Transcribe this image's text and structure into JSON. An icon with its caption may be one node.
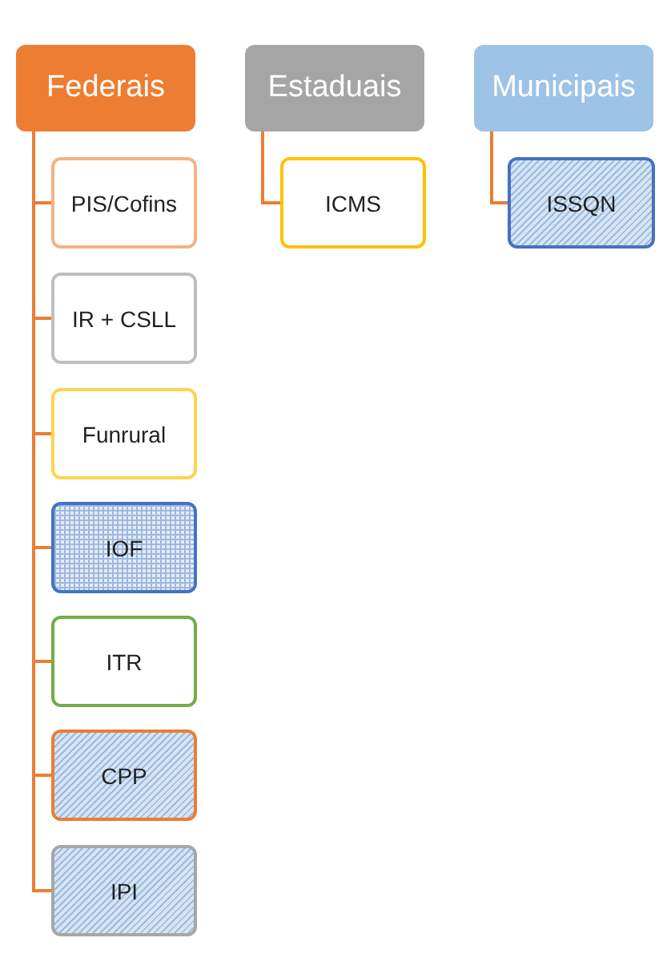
{
  "diagram": {
    "nodes": [
      {
        "text": [
          "Federais"
        ]
      },
      {
        "text": [
          "PIS/Cofins"
        ]
      },
      {
        "text": [
          "IR + CSLL"
        ]
      },
      {
        "text": [
          "Funrural"
        ]
      },
      {
        "text": [
          "IOF"
        ]
      },
      {
        "text": [
          "ITR"
        ]
      },
      {
        "text": [
          "CPP"
        ]
      },
      {
        "text": [
          "IPI"
        ]
      },
      {
        "text": [
          "Estaduais"
        ]
      },
      {
        "text": [
          "ICMS"
        ]
      },
      {
        "text": [
          "Municipais"
        ]
      },
      {
        "text": [
          "ISSQN"
        ]
      }
    ],
    "edges": [
      {
        "from": 0,
        "to": 1,
        "arrow": "none"
      },
      {
        "from": 0,
        "to": 2,
        "arrow": "none"
      },
      {
        "from": 0,
        "to": 3,
        "arrow": "none"
      },
      {
        "from": 0,
        "to": 4,
        "arrow": "none"
      },
      {
        "from": 0,
        "to": 5,
        "arrow": "none"
      },
      {
        "from": 0,
        "to": 6,
        "arrow": "none"
      },
      {
        "from": 0,
        "to": 7,
        "arrow": "none"
      },
      {
        "from": 8,
        "to": 9,
        "arrow": "none"
      },
      {
        "from": 10,
        "to": 11,
        "arrow": "none"
      }
    ]
  }
}
